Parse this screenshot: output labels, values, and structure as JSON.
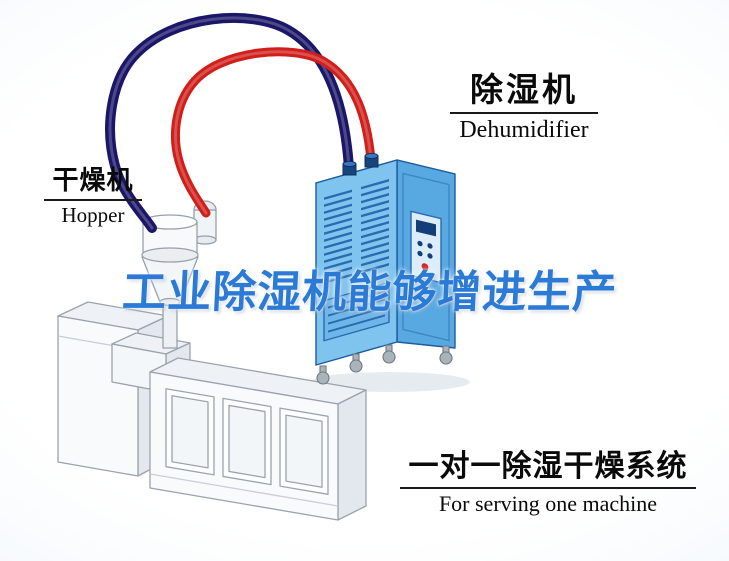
{
  "headline": {
    "text": "工业除湿机能够增进生产",
    "color": "#2b7ad6"
  },
  "labels": {
    "dehumidifier": {
      "cn": "除湿机",
      "en": "Dehumidifier"
    },
    "hopper": {
      "cn": "干燥机",
      "en": "Hopper"
    },
    "system": {
      "cn": "一对一除湿干燥系统",
      "en": "For serving one machine"
    }
  },
  "illustration": {
    "parts": [
      "dehumidifier-machine",
      "hopper-assembly",
      "extruder-machine",
      "supply-hose-red",
      "return-hose-blue"
    ],
    "colors": {
      "dehumidifier_front": "#7fc4ef",
      "dehumidifier_side": "#58a8e1",
      "dehumidifier_top": "#a8d8f6",
      "hose_red": "#d01f1a",
      "hose_blue": "#1c1668",
      "machine_body": "#f8fafc",
      "outline_gray": "#9aa3ad",
      "background_edge": "#d8e8f5"
    }
  }
}
